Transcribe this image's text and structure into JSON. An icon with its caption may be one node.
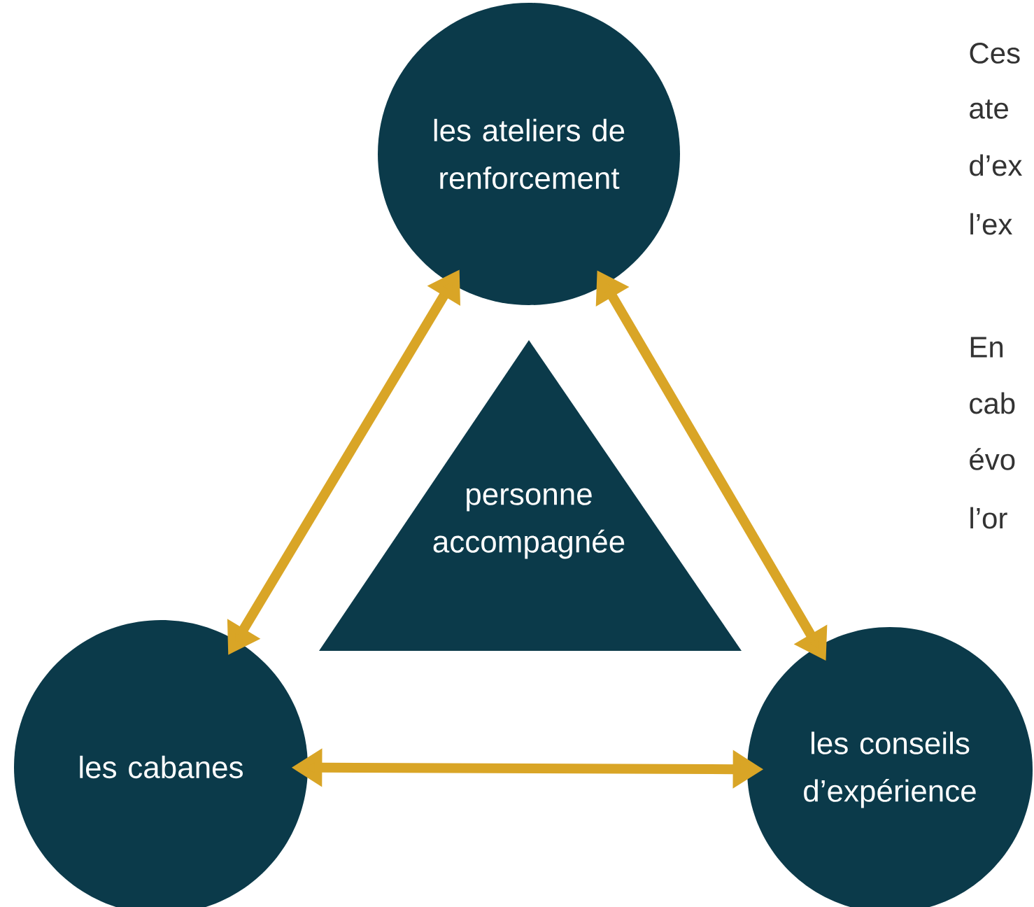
{
  "diagram": {
    "nodes": [
      {
        "text": [
          "les ateliers de renforcement"
        ]
      },
      {
        "text": [
          "personne accompagnée"
        ]
      },
      {
        "text": [
          "les cabanes"
        ]
      },
      {
        "text": [
          "les conseils d’expérience"
        ]
      }
    ],
    "edges": [
      {
        "from": 0,
        "to": 2,
        "arrow": "both"
      },
      {
        "from": 0,
        "to": 3,
        "arrow": "both"
      },
      {
        "from": 2,
        "to": 3,
        "arrow": "both"
      }
    ],
    "labels": [
      "Ces",
      "ate",
      "d’ex",
      "l’ex",
      "En",
      "cab",
      "évo",
      "l’or"
    ]
  }
}
